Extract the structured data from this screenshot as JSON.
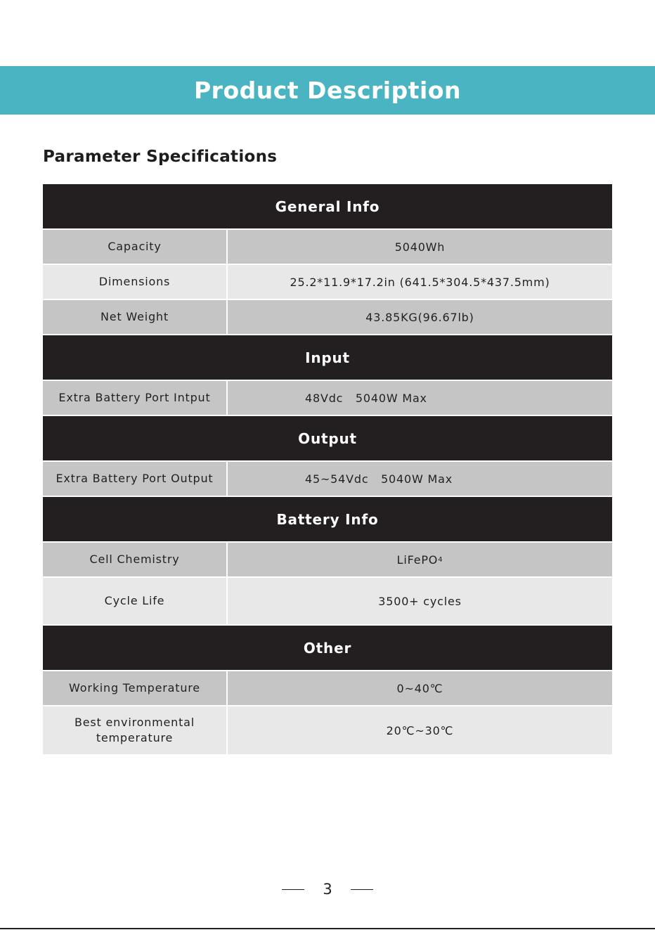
{
  "banner": {
    "title": "Product Description"
  },
  "section": {
    "title": "Parameter Specifications"
  },
  "groups": {
    "general": {
      "header": "General Info",
      "rows": [
        {
          "label": "Capacity",
          "value": "5040Wh"
        },
        {
          "label": "Dimensions",
          "value": "25.2*11.9*17.2in (641.5*304.5*437.5mm)"
        },
        {
          "label": "Net Weight",
          "value": "43.85KG(96.67lb)"
        }
      ]
    },
    "input": {
      "header": "Input",
      "rows": [
        {
          "label": "Extra Battery Port Intput",
          "value": "48Vdc   5040W Max"
        }
      ]
    },
    "output": {
      "header": "Output",
      "rows": [
        {
          "label": "Extra Battery Port Output",
          "value": "45~54Vdc   5040W Max"
        }
      ]
    },
    "battery": {
      "header": "Battery Info",
      "rows": [
        {
          "label": "Cell Chemistry",
          "value": "LiFePO",
          "value_sub": "4"
        },
        {
          "label": "Cycle Life",
          "value": "3500+ cycles"
        }
      ]
    },
    "other": {
      "header": "Other",
      "rows": [
        {
          "label": "Working Temperature",
          "value": "0~40℃"
        },
        {
          "label_line1": "Best environmental",
          "label_line2": "temperature",
          "value": "20℃~30℃"
        }
      ]
    }
  },
  "footer": {
    "page_number": "3"
  },
  "colors": {
    "banner": "#4bb4c2",
    "header_bg": "#231f20",
    "row_dark": "#c6c5c6",
    "row_light": "#e8e8e8"
  }
}
